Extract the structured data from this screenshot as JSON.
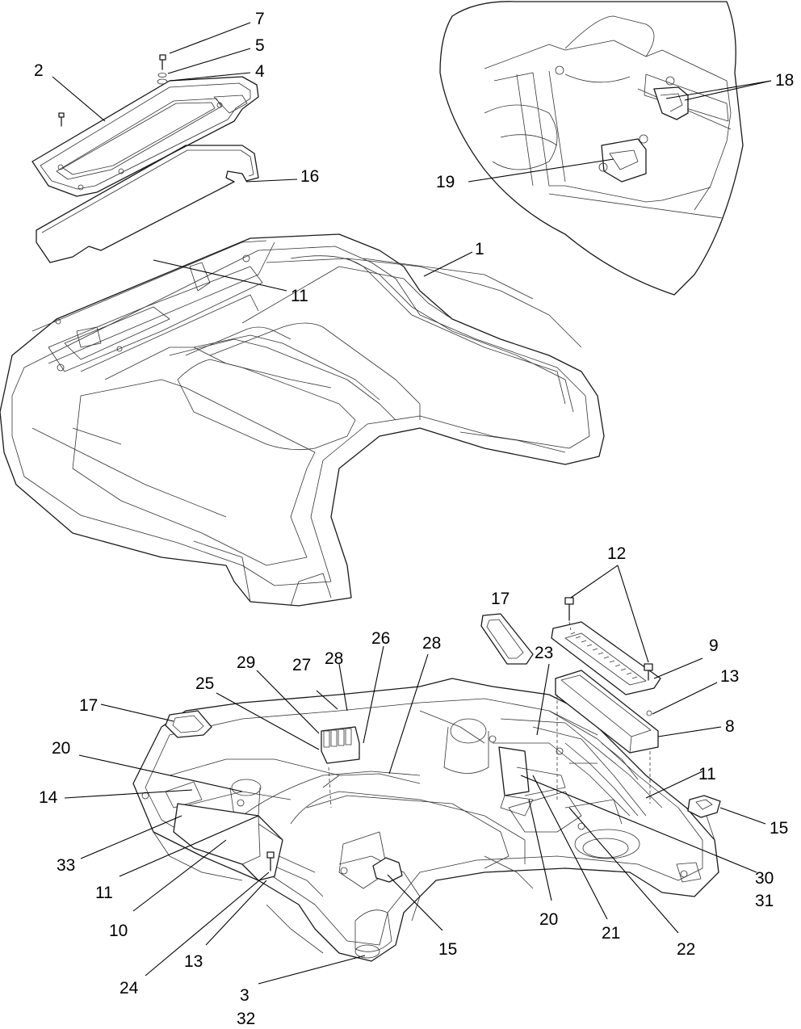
{
  "diagram": {
    "callouts": [
      {
        "id": "c7",
        "text": "7"
      },
      {
        "id": "c5",
        "text": "5"
      },
      {
        "id": "c4",
        "text": "4"
      },
      {
        "id": "c2",
        "text": "2"
      },
      {
        "id": "c16",
        "text": "16"
      },
      {
        "id": "c11a",
        "text": "11"
      },
      {
        "id": "c1",
        "text": "1"
      },
      {
        "id": "c18",
        "text": "18"
      },
      {
        "id": "c19",
        "text": "19"
      },
      {
        "id": "c12",
        "text": "12"
      },
      {
        "id": "c17a",
        "text": "17"
      },
      {
        "id": "c9",
        "text": "9"
      },
      {
        "id": "c13a",
        "text": "13"
      },
      {
        "id": "c8",
        "text": "8"
      },
      {
        "id": "c26",
        "text": "26"
      },
      {
        "id": "c28a",
        "text": "28"
      },
      {
        "id": "c28b",
        "text": "28"
      },
      {
        "id": "c29",
        "text": "29"
      },
      {
        "id": "c27",
        "text": "27"
      },
      {
        "id": "c23",
        "text": "23"
      },
      {
        "id": "c25",
        "text": "25"
      },
      {
        "id": "c17b",
        "text": "17"
      },
      {
        "id": "c20a",
        "text": "20"
      },
      {
        "id": "c11b",
        "text": "11"
      },
      {
        "id": "c14",
        "text": "14"
      },
      {
        "id": "c15a",
        "text": "15"
      },
      {
        "id": "c33",
        "text": "33"
      },
      {
        "id": "c11c",
        "text": "11"
      },
      {
        "id": "c10",
        "text": "10"
      },
      {
        "id": "c13b",
        "text": "13"
      },
      {
        "id": "c24",
        "text": "24"
      },
      {
        "id": "c3",
        "text": "3"
      },
      {
        "id": "c32",
        "text": "32"
      },
      {
        "id": "c15b",
        "text": "15"
      },
      {
        "id": "c20b",
        "text": "20"
      },
      {
        "id": "c21",
        "text": "21"
      },
      {
        "id": "c22",
        "text": "22"
      },
      {
        "id": "c30",
        "text": "30"
      },
      {
        "id": "c31",
        "text": "31"
      }
    ]
  }
}
